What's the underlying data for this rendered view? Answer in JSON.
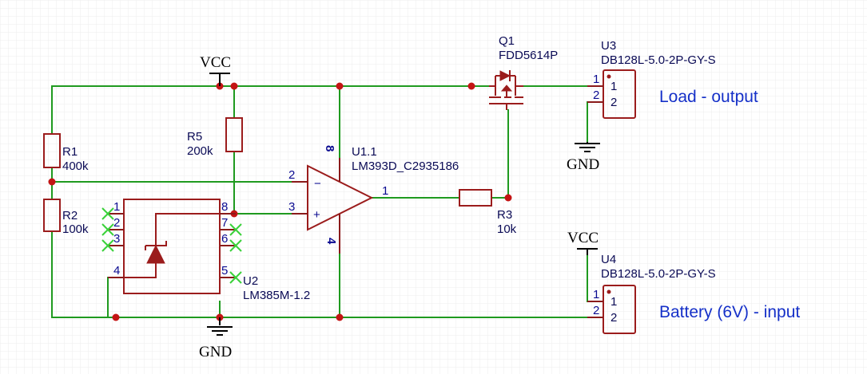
{
  "power": {
    "vcc_top": "VCC",
    "vcc_right": "VCC",
    "gnd_bottom": "GND",
    "gnd_right": "GND"
  },
  "components": {
    "R1": {
      "ref": "R1",
      "value": "400k"
    },
    "R2": {
      "ref": "R2",
      "value": "100k"
    },
    "R3": {
      "ref": "R3",
      "value": "10k"
    },
    "R5": {
      "ref": "R5",
      "value": "200k"
    },
    "Q1": {
      "ref": "Q1",
      "value": "FDD5614P"
    },
    "U1": {
      "ref": "U1.1",
      "value": "LM393D_C2935186",
      "pins": {
        "inverting": "2",
        "noninverting": "3",
        "output": "1",
        "vplus": "8",
        "vminus": "4"
      },
      "signs": {
        "minus": "−",
        "plus": "+"
      }
    },
    "U2": {
      "ref": "U2",
      "value": "LM385M-1.2",
      "pins": [
        "1",
        "2",
        "3",
        "4",
        "5",
        "6",
        "7",
        "8"
      ]
    },
    "U3": {
      "ref": "U3",
      "value": "DB128L-5.0-2P-GY-S",
      "pins": [
        "1",
        "2"
      ]
    },
    "U4": {
      "ref": "U4",
      "value": "DB128L-5.0-2P-GY-S",
      "pins": [
        "1",
        "2"
      ]
    }
  },
  "notes": {
    "load": "Load - output",
    "battery": "Battery (6V) - input"
  },
  "colors": {
    "wire": "#1f9a1f",
    "component": "#9b1c1c",
    "junction": "#c41414",
    "note": "#1530c8",
    "grid": "#ececec"
  }
}
